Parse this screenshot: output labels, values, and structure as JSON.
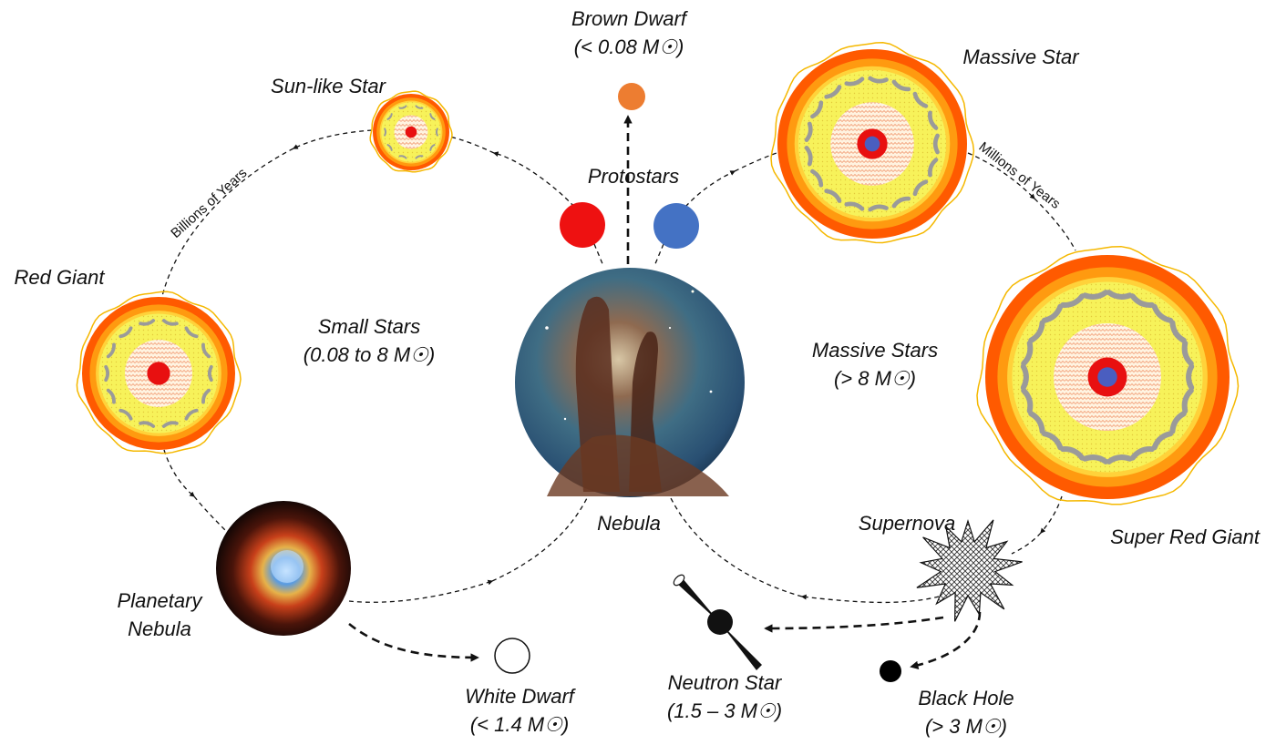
{
  "labels": {
    "brown_dwarf": {
      "name": "Brown Dwarf",
      "mass": "(< 0.08  M☉)"
    },
    "sun_like_star": "Sun-like Star",
    "massive_star": "Massive Star",
    "protostars": "Protostars",
    "red_giant": "Red Giant",
    "small_stars": {
      "name": "Small Stars",
      "mass": "(0.08 to 8 M☉)"
    },
    "massive_stars": {
      "name": "Massive Stars",
      "mass": "(> 8 M☉)"
    },
    "nebula": "Nebula",
    "supernova": "Supernova",
    "super_red_giant": "Super Red Giant",
    "planetary_nebula": {
      "line1": "Planetary",
      "line2": "Nebula"
    },
    "white_dwarf": {
      "name": "White Dwarf",
      "mass": "(< 1.4 M☉)"
    },
    "neutron_star": {
      "name": "Neutron Star",
      "mass": "(1.5 – 3 M☉)"
    },
    "black_hole": {
      "name": "Black Hole",
      "mass": "(> 3 M☉)"
    }
  },
  "arc_labels": {
    "billions": "Billions of Years",
    "millions": "Millions of Years"
  },
  "colors": {
    "protostar_small": "#ee1111",
    "protostar_massive": "#4472c4",
    "brown_dwarf": "#ed7d31",
    "core_red": "#e81010",
    "core_blue": "#4a5ec0",
    "shell_outer": "#ff5a00",
    "shell_mid": "#ff9a10",
    "shell_inner": "#ffd23a",
    "convection_zone": "#f7f25a",
    "radiative_zone": "#fff3e0",
    "convection_arrows": "#9a9a9a",
    "corona": "#f5b800"
  }
}
